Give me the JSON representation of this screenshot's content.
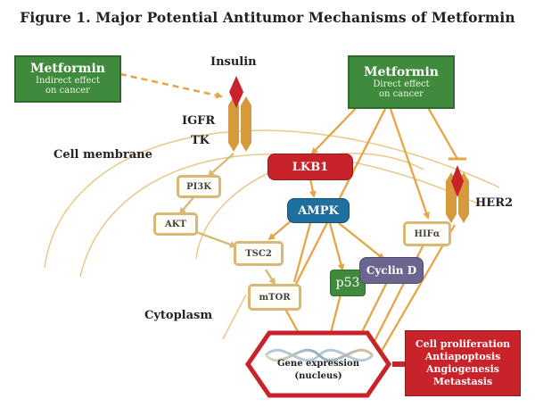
{
  "title": "Figure 1. Major Potential Antitumor Mechanisms of Metformin",
  "metformin_indirect": {
    "title": "Metformin",
    "line1": "Indirect effect",
    "line2": "on cancer"
  },
  "metformin_direct": {
    "title": "Metformin",
    "line1": "Direct effect",
    "line2": "on cancer"
  },
  "labels": {
    "insulin": "Insulin",
    "igfr": "IGFR",
    "tk": "TK",
    "cell_membrane": "Cell membrane",
    "cytoplasm": "Cytoplasm",
    "her2": "HER2"
  },
  "nodes": {
    "pi3k": "PI3K",
    "akt": "AKT",
    "tsc2": "TSC2",
    "mtor": "mTOR",
    "lkb1": "LKB1",
    "ampk": "AMPK",
    "p53": "p53",
    "cyclin_d": "Cyclin D",
    "hif": "HIFα"
  },
  "gene_expression": {
    "line1": "Gene expression",
    "line2": "(nucleus)"
  },
  "outcomes": [
    "Cell proliferation",
    "Antiapoptosis",
    "Angiogenesis",
    "Metastasis"
  ],
  "colors": {
    "green": "#3f8a3c",
    "red": "#c8222a",
    "blue": "#1f6f9f",
    "purple": "#6a6690",
    "tan": "#d9b775",
    "arrow": "#e6a545"
  }
}
